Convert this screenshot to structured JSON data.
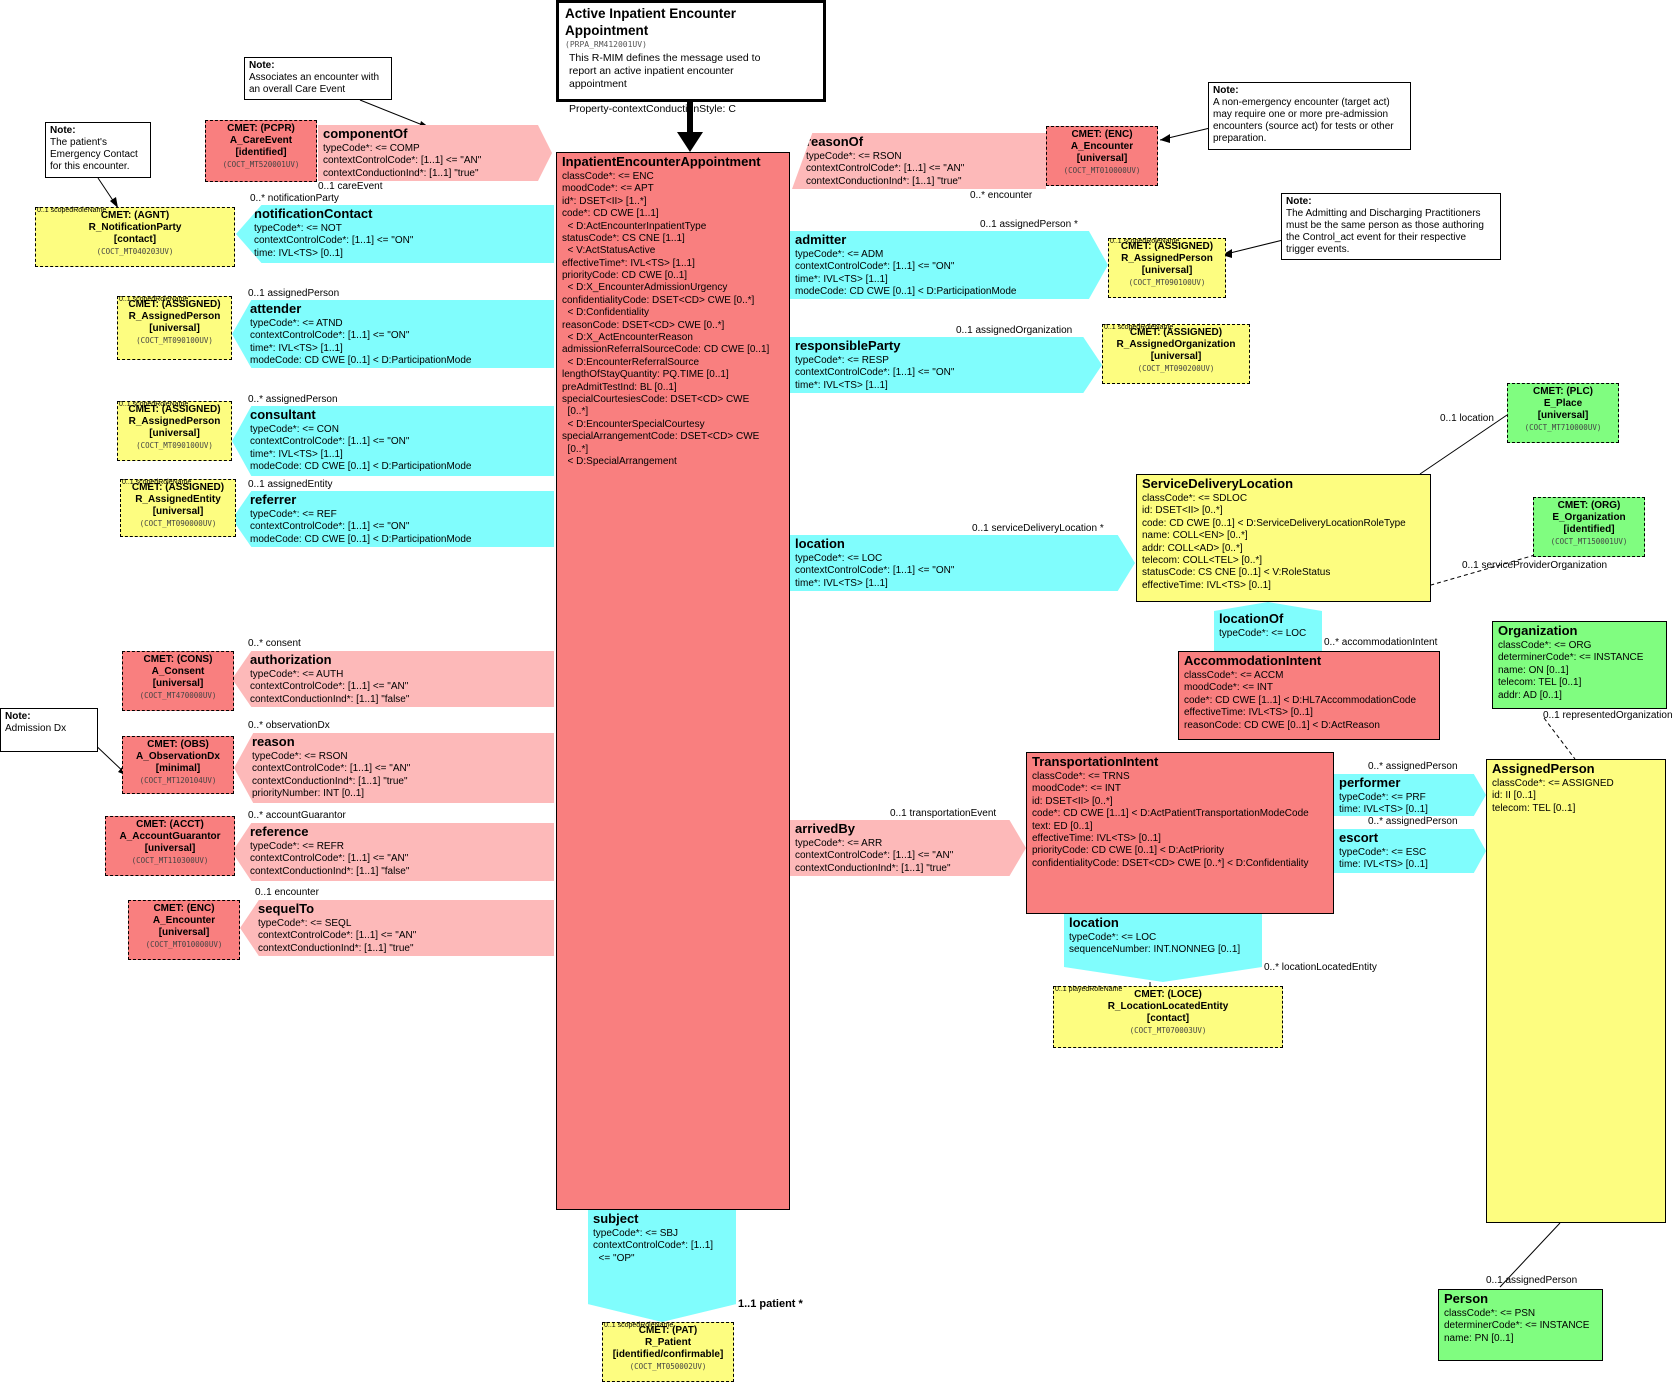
{
  "header": {
    "title": "Active Inpatient Encounter Appointment",
    "id": "(PRPA_RM412001UV)",
    "desc": "This R-MIM defines the message used to report an active inpatient encounter appointment",
    "prop": "Property-contextConductionStyle: C"
  },
  "notes": {
    "care_event": {
      "h": "Note:",
      "t": "Associates an encounter with an overall Care Event"
    },
    "emergency": {
      "h": "Note:",
      "t": "The patient's Emergency Contact for this encounter."
    },
    "non_emergency": {
      "h": "Note:",
      "t": "A non-emergency encounter (target act) may require one or more pre-admission encounters (source act) for tests or other preparation."
    },
    "admitting": {
      "h": "Note:",
      "t": "The Admitting and Discharging Practitioners must be the same person as those authoring the Control_act event for their respective trigger events."
    },
    "admission_dx": {
      "h": "Note:",
      "t": "Admission Dx"
    }
  },
  "main": {
    "name": "InpatientEncounterAppointment",
    "attrs": [
      [
        "classCode*: <= ENC",
        ""
      ],
      [
        "moodCode*: <= APT",
        ""
      ],
      [
        "id*: DSET<II> [1..*]",
        ""
      ],
      [
        "code*: CD CWE [1..1]",
        ""
      ],
      [
        "  < D:ActEncounterInpatientType",
        ""
      ],
      [
        "statusCode*: CS CNE [1..1]",
        ""
      ],
      [
        "  < V:ActStatusActive",
        ""
      ],
      [
        "effectiveTime*: IVL<TS> [1..1]",
        ""
      ],
      [
        "priorityCode: CD CWE [0..1]",
        ""
      ],
      [
        "  < D:X_EncounterAdmissionUrgency",
        ""
      ],
      [
        "confidentialityCode: DSET<CD> CWE [0..*]",
        ""
      ],
      [
        "  < D:Confidentiality",
        ""
      ],
      [
        "reasonCode: DSET<CD> CWE [0..*]",
        ""
      ],
      [
        "  < D:X_ActEncounterReason",
        ""
      ],
      [
        "admissionReferralSourceCode: CD CWE [0..1]",
        ""
      ],
      [
        "  < D:EncounterReferralSource",
        ""
      ],
      [
        "lengthOfStayQuantity: PQ.TIME [0..1]",
        ""
      ],
      [
        "preAdmitTestInd: BL [0..1]",
        ""
      ],
      [
        "specialCourtesiesCode: DSET<CD> CWE",
        ""
      ],
      [
        "  [0..*]",
        ""
      ],
      [
        "  < D:EncounterSpecialCourtesy",
        ""
      ],
      [
        "specialArrangementCode: DSET<CD> CWE",
        ""
      ],
      [
        "  [0..*]",
        ""
      ],
      [
        "  < D:SpecialArrangement",
        ""
      ]
    ]
  },
  "left": {
    "componentOf": {
      "name": "componentOf",
      "a1": "typeCode*: <= COMP",
      "a2": "contextControlCode*: [1..1] <= \"AN\"",
      "a3": "contextConductionInd*: [1..1] \"true\"",
      "role": "0..1 careEvent"
    },
    "careEvent": {
      "h": "CMET: (PCPR)",
      "n": "A_CareEvent",
      "f": "[identified]",
      "id": "(COCT_MT520001UV)"
    },
    "notificationContact": {
      "name": "notificationContact",
      "a1": "typeCode*: <= NOT",
      "a2": "contextControlCode*: [1..1] <= \"ON\"",
      "a3": "time: IVL<TS> [0..1]",
      "role": "0..* notificationParty"
    },
    "notificationParty": {
      "sc": "0..1 scopedRoleName",
      "h": "CMET: (AGNT)",
      "n": "R_NotificationParty",
      "f": "[contact]",
      "id": "(COCT_MT040203UV)"
    },
    "attender": {
      "name": "attender",
      "a1": "typeCode*: <= ATND",
      "a2": "contextControlCode*: [1..1] <= \"ON\"",
      "a3": "time*: IVL<TS> [1..1]",
      "a4": "modeCode: CD CWE [0..1] < D:ParticipationMode",
      "role": "0..1 assignedPerson"
    },
    "attenderCmet": {
      "sc": "0..1 scopedRoleName",
      "h": "CMET: (ASSIGNED)",
      "n": "R_AssignedPerson",
      "f": "[universal]",
      "id": "(COCT_MT090100UV)"
    },
    "consultant": {
      "name": "consultant",
      "a1": "typeCode*: <= CON",
      "a2": "contextControlCode*: [1..1] <= \"ON\"",
      "a3": "time*: IVL<TS> [1..1]",
      "a4": "modeCode: CD CWE [0..1] < D:ParticipationMode",
      "role": "0..* assignedPerson"
    },
    "consultantCmet": {
      "sc": "0..1 scopedRoleName",
      "h": "CMET: (ASSIGNED)",
      "n": "R_AssignedPerson",
      "f": "[universal]",
      "id": "(COCT_MT090100UV)"
    },
    "referrer": {
      "name": "referrer",
      "a1": "typeCode*: <= REF",
      "a2": "contextControlCode*: [1..1] <= \"ON\"",
      "a3": "modeCode: CD CWE [0..1] < D:ParticipationMode",
      "role": "0..1 assignedEntity"
    },
    "referrerCmet": {
      "sc": "0..1 scopedRoleName",
      "h": "CMET: (ASSIGNED)",
      "n": "R_AssignedEntity",
      "f": "[universal]",
      "id": "(COCT_MT090000UV)"
    },
    "authorization": {
      "name": "authorization",
      "a1": "typeCode*: <= AUTH",
      "a2": "contextControlCode*: [1..1] <= \"AN\"",
      "a3": "contextConductionInd*: [1..1] \"false\"",
      "role": "0..* consent"
    },
    "consent": {
      "h": "CMET: (CONS)",
      "n": "A_Consent",
      "f": "[universal]",
      "id": "(COCT_MT470000UV)"
    },
    "reason": {
      "name": "reason",
      "a1": "typeCode*: <= RSON",
      "a2": "contextControlCode*: [1..1] <= \"AN\"",
      "a3": "contextConductionInd*: [1..1] \"true\"",
      "a4": "priorityNumber: INT [0..1]",
      "role": "0..* observationDx"
    },
    "observationDx": {
      "h": "CMET: (OBS)",
      "n": "A_ObservationDx",
      "f": "[minimal]",
      "id": "(COCT_MT120104UV)"
    },
    "reference": {
      "name": "reference",
      "a1": "typeCode*: <= REFR",
      "a2": "contextControlCode*: [1..1] <= \"AN\"",
      "a3": "contextConductionInd*: [1..1] \"false\"",
      "role": "0..* accountGuarantor"
    },
    "accountGuarantor": {
      "h": "CMET: (ACCT)",
      "n": "A_AccountGuarantor",
      "f": "[universal]",
      "id": "(COCT_MT110300UV)"
    },
    "sequelTo": {
      "name": "sequelTo",
      "a1": "typeCode*: <= SEQL",
      "a2": "contextControlCode*: [1..1] <= \"AN\"",
      "a3": "contextConductionInd*: [1..1] \"true\"",
      "role": "0..1 encounter"
    },
    "sequelEnc": {
      "h": "CMET: (ENC)",
      "n": "A_Encounter",
      "f": "[universal]",
      "id": "(COCT_MT010000UV)"
    }
  },
  "right": {
    "reasonOf": {
      "name": "reasonOf",
      "a1": "typeCode*: <= RSON",
      "a2": "contextControlCode*: [1..1] <= \"AN\"",
      "a3": "contextConductionInd*: [1..1] \"true\"",
      "role": "0..* encounter"
    },
    "reasonOfEnc": {
      "h": "CMET: (ENC)",
      "n": "A_Encounter",
      "f": "[universal]",
      "id": "(COCT_MT010000UV)"
    },
    "admitter": {
      "name": "admitter",
      "a1": "typeCode*: <= ADM",
      "a2": "contextControlCode*: [1..1] <= \"ON\"",
      "a3": "time*: IVL<TS> [1..1]",
      "a4": "modeCode: CD CWE [0..1] < D:ParticipationMode",
      "role": "0..1 assignedPerson  *"
    },
    "admitterCmet": {
      "sc": "0..1 scopedRoleName",
      "h": "CMET: (ASSIGNED)",
      "n": "R_AssignedPerson",
      "f": "[universal]",
      "id": "(COCT_MT090100UV)"
    },
    "responsibleParty": {
      "name": "responsibleParty",
      "a1": "typeCode*: <= RESP",
      "a2": "contextControlCode*: [1..1] <= \"ON\"",
      "a3": "time*: IVL<TS> [1..1]",
      "role": "0..1 assignedOrganization"
    },
    "respCmet": {
      "sc": "0..1 scopedRoleName",
      "h": "CMET: (ASSIGNED)",
      "n": "R_AssignedOrganization",
      "f": "[universal]",
      "id": "(COCT_MT090200UV)"
    },
    "location": {
      "name": "location",
      "a1": "typeCode*: <= LOC",
      "a2": "contextControlCode*: [1..1] <= \"ON\"",
      "a3": "time*: IVL<TS> [1..1]",
      "role": "0..1 serviceDeliveryLocation  *"
    },
    "ePlace": {
      "h": "CMET: (PLC)",
      "n": "E_Place",
      "f": "[universal]",
      "id": "(COCT_MT710000UV)",
      "role": "0..1 location"
    },
    "sdl": {
      "name": "ServiceDeliveryLocation",
      "attrs": [
        "classCode*: <= SDLOC",
        "id: DSET<II> [0..*]",
        "code: CD CWE [0..1] < D:ServiceDeliveryLocationRoleType",
        "name: COLL<EN> [0..*]",
        "addr: COLL<AD> [0..*]",
        "telecom: COLL<TEL> [0..*]",
        "statusCode: CS CNE [0..1] < V:RoleStatus",
        "effectiveTime: IVL<TS> [0..1]"
      ]
    },
    "eOrg": {
      "h": "CMET: (ORG)",
      "n": "E_Organization",
      "f": "[identified]",
      "id": "(COCT_MT150001UV)",
      "role": "0..1 serviceProviderOrganization"
    },
    "locationOf": {
      "name": "locationOf",
      "a1": "typeCode*: <= LOC",
      "role": "0..* accommodationIntent"
    },
    "accom": {
      "name": "AccommodationIntent",
      "attrs": [
        "classCode*: <= ACCM",
        "moodCode*: <= INT",
        "code*: CD CWE [1..1] < D:HL7AccommodationCode",
        "effectiveTime: IVL<TS> [0..1]",
        "reasonCode: CD CWE [0..1] < D:ActReason"
      ]
    },
    "org": {
      "name": "Organization",
      "attrs": [
        "classCode*: <= ORG",
        "determinerCode*: <= INSTANCE",
        "name: ON [0..1]",
        "telecom: TEL [0..1]",
        "addr: AD [0..1]"
      ],
      "role": "0..1 representedOrganization"
    },
    "arrivedBy": {
      "name": "arrivedBy",
      "a1": "typeCode*: <= ARR",
      "a2": "contextControlCode*: [1..1] <= \"AN\"",
      "a3": "contextConductionInd*: [1..1] \"true\"",
      "role": "0..1 transportationEvent"
    },
    "transport": {
      "name": "TransportationIntent",
      "attrs": [
        "classCode*: <= TRNS",
        "moodCode*: <= INT",
        "id: DSET<II> [0..*]",
        "code*: CD CWE [1..1] < D:ActPatientTransportationModeCode",
        "text: ED [0..1]",
        "effectiveTime: IVL<TS> [0..1]",
        "priorityCode: CD CWE [0..1] < D:ActPriority",
        "confidentialityCode: DSET<CD> CWE [0..*] < D:Confidentiality"
      ]
    },
    "performer": {
      "name": "performer",
      "a1": "typeCode*: <= PRF",
      "a2": "time: IVL<TS> [0..1]",
      "role": "0..* assignedPerson"
    },
    "escort": {
      "name": "escort",
      "a1": "typeCode*: <= ESC",
      "a2": "time: IVL<TS> [0..1]",
      "role": "0..* assignedPerson"
    },
    "assignedPerson": {
      "name": "AssignedPerson",
      "attrs": [
        "classCode*: <= ASSIGNED",
        "id: II [0..1]",
        "telecom: TEL [0..1]"
      ]
    },
    "person": {
      "name": "Person",
      "attrs": [
        "classCode*: <= PSN",
        "determinerCode*: <= INSTANCE",
        "name: PN [0..1]"
      ],
      "role": "0..1 assignedPerson"
    },
    "loc2": {
      "name": "location",
      "a1": "typeCode*: <= LOC",
      "a2": "sequenceNumber: INT.NONNEG [0..1]",
      "role": "0..* locationLocatedEntity"
    },
    "locEntity": {
      "sc": "0..1 playedRoleName",
      "h": "CMET: (LOCE)",
      "n": "R_LocationLocatedEntity",
      "f": "[contact]",
      "id": "(COCT_MT070003UV)"
    }
  },
  "bottom": {
    "subject": {
      "name": "subject",
      "a1": "typeCode*: <= SBJ",
      "a2": "contextControlCode*: [1..1]",
      "a3": "  <= \"OP\"",
      "role": "1..1 patient  *"
    },
    "patient": {
      "sc": "0..1 scopedRoleName",
      "h": "CMET: (PAT)",
      "n": "R_Patient",
      "f": "[identified/confirmable]",
      "id": "(COCT_MT050002UV)"
    }
  }
}
